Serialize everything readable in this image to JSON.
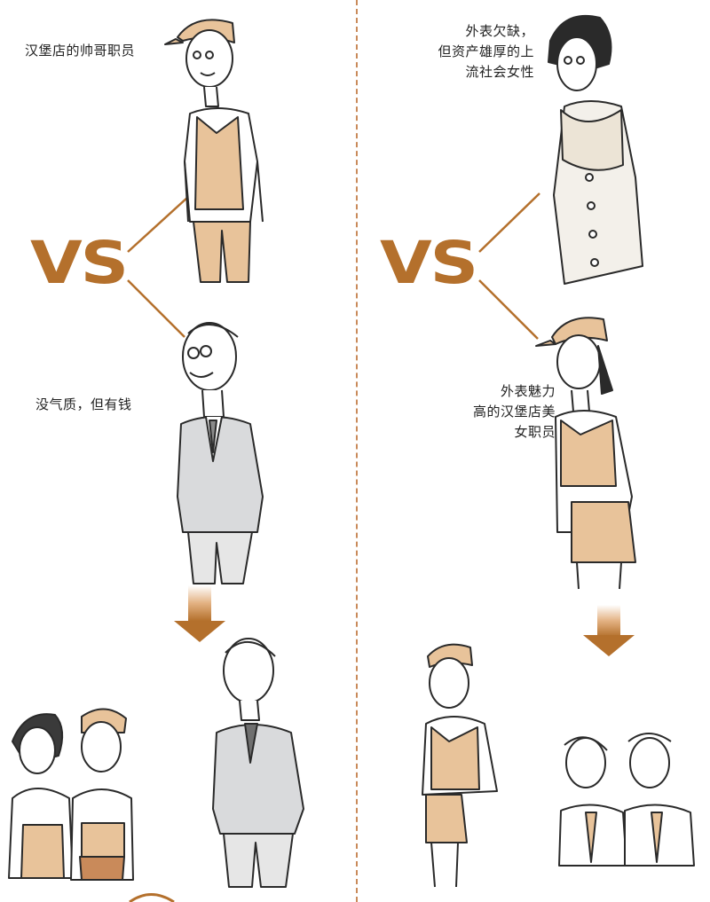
{
  "left_panel": {
    "caption_top": "汉堡店的帅哥职员",
    "vs_label": "VS",
    "caption_middle": "没气质，但有钱"
  },
  "right_panel": {
    "caption_top": "外表欠缺，\n但资产雄厚的上\n流社会女性",
    "vs_label": "VS",
    "caption_middle": "外表魅力\n高的汉堡店美\n女职员"
  },
  "colors": {
    "accent": "#b4702c",
    "tan": "#e8c39a",
    "gray_suit": "#d9dadc",
    "divider": "#c98a5a"
  }
}
